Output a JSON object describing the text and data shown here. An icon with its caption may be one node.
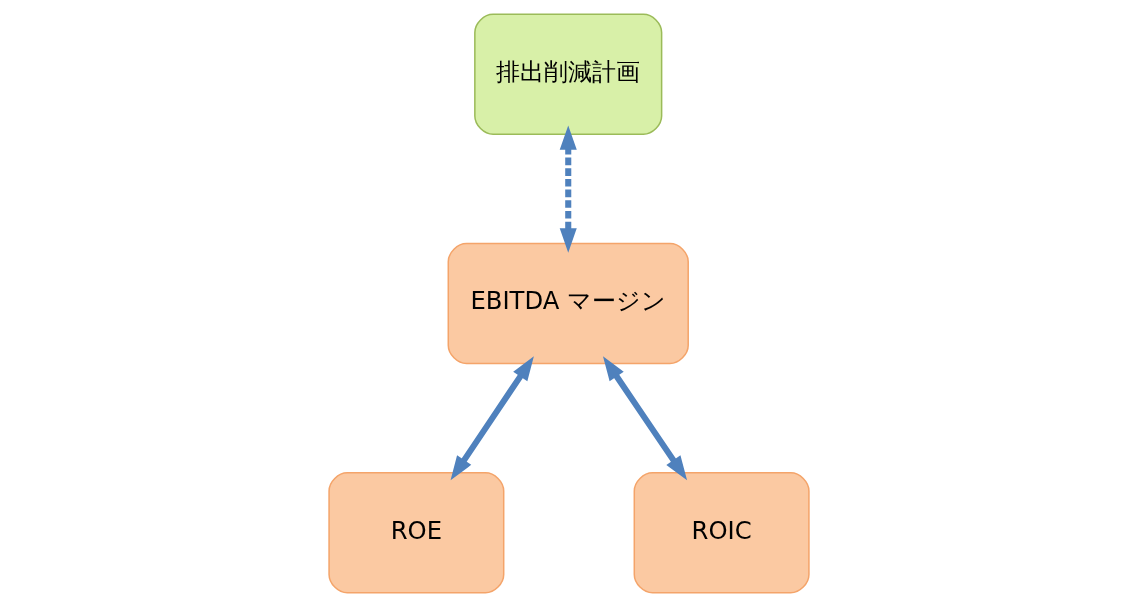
{
  "diagram": {
    "nodes": [
      {
        "text": [
          "排出削減計画"
        ]
      },
      {
        "text": [
          "EBITDA マージン"
        ]
      },
      {
        "text": [
          "ROE"
        ]
      },
      {
        "text": [
          "ROIC"
        ]
      }
    ],
    "edges": [
      {
        "from": 0,
        "to": 1,
        "arrow": "both",
        "style": "dashed"
      },
      {
        "from": 1,
        "to": 2,
        "arrow": "both"
      },
      {
        "from": 1,
        "to": 3,
        "arrow": "both"
      }
    ]
  }
}
